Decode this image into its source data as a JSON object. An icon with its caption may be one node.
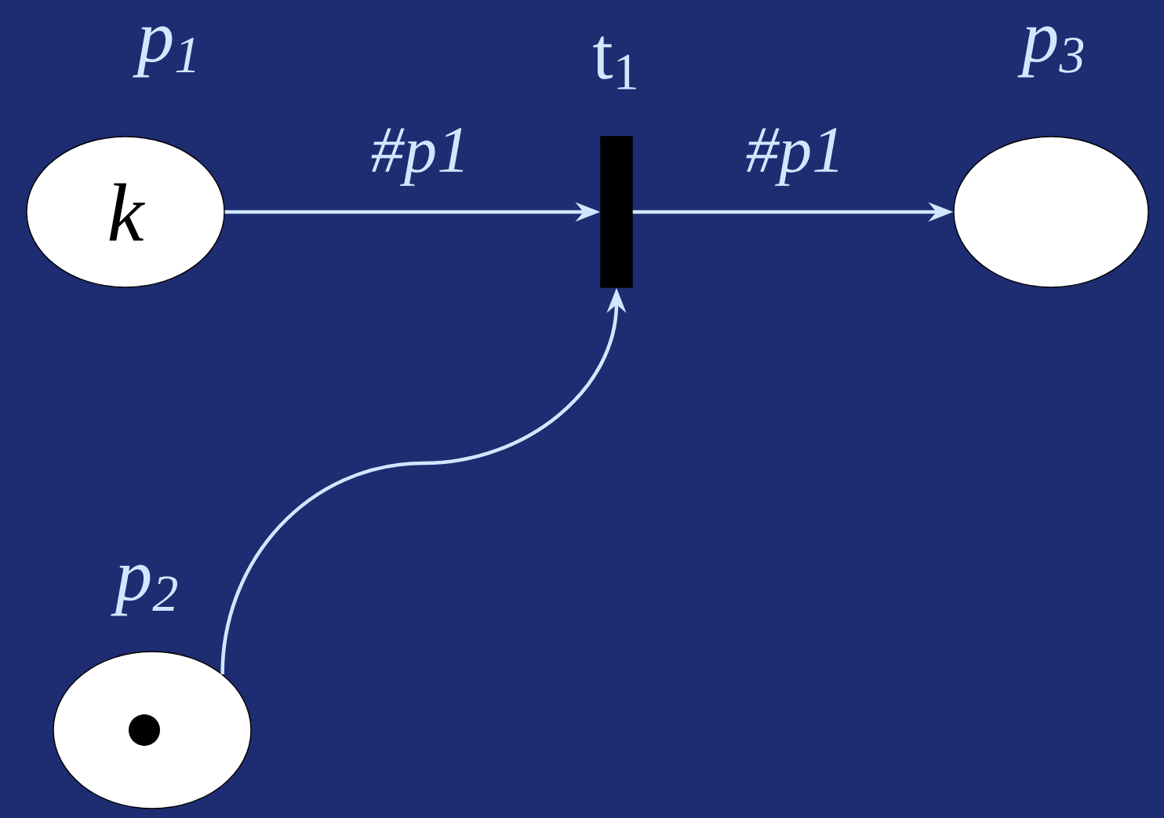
{
  "diagram": {
    "nodes": [
      {
        "text": [
          "k"
        ],
        "beside": [
          "p$_{1}$"
        ]
      },
      {
        "text": [],
        "shape": "bar",
        "beside": [
          "t$_{1}$"
        ]
      },
      {
        "text": [],
        "shape": "circle",
        "beside": [
          "p$_{3}$"
        ]
      },
      {
        "text": [],
        "shape": "circle",
        "beside": [
          "p$_{2}$"
        ]
      }
    ],
    "edges": [
      {
        "from": 0,
        "to": 1,
        "arrow": "to",
        "label": "#p1"
      },
      {
        "from": 1,
        "to": 2,
        "arrow": "to",
        "label": "#p1"
      },
      {
        "from": 3,
        "to": 1,
        "arrow": "to"
      }
    ]
  }
}
